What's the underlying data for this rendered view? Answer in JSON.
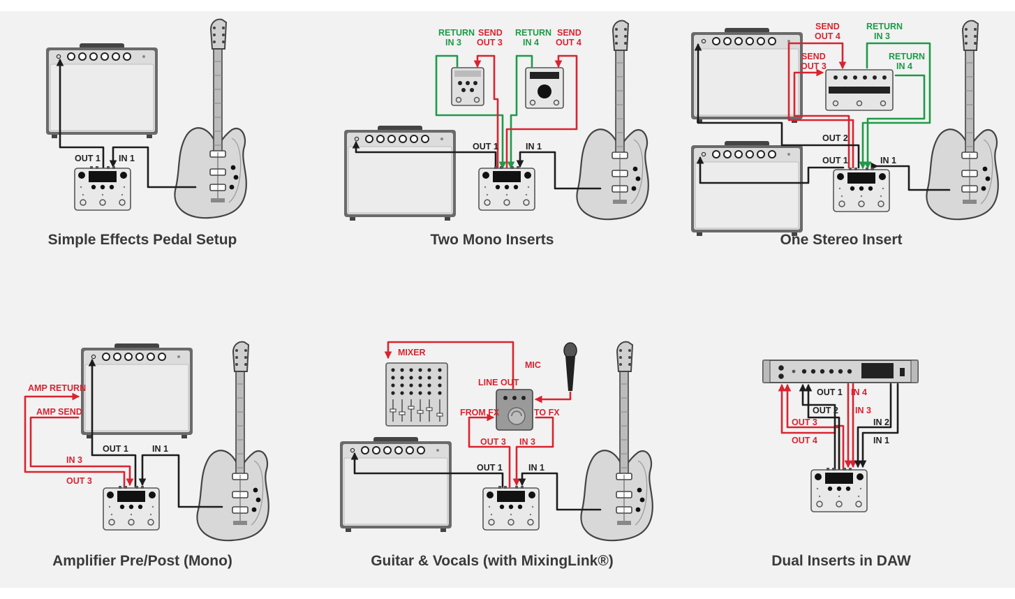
{
  "panels": {
    "simple": {
      "caption": "Simple Effects Pedal Setup",
      "labels": {
        "out1": "OUT 1",
        "in1": "IN 1"
      }
    },
    "mono": {
      "caption": "Two Mono Inserts",
      "labels": {
        "ret3a": "RETURN",
        "ret3b": "IN 3",
        "send3a": "SEND",
        "send3b": "OUT 3",
        "ret4a": "RETURN",
        "ret4b": "IN 4",
        "send4a": "SEND",
        "send4b": "OUT 4",
        "out1": "OUT 1",
        "in1": "IN 1"
      }
    },
    "stereo": {
      "caption": "One Stereo Insert",
      "labels": {
        "send4a": "SEND",
        "send4b": "OUT 4",
        "ret3a": "RETURN",
        "ret3b": "IN 3",
        "send3a": "SEND",
        "send3b": "OUT 3",
        "ret4a": "RETURN",
        "ret4b": "IN 4",
        "out2": "OUT 2",
        "out1": "OUT 1",
        "in1": "IN 1"
      }
    },
    "amp": {
      "caption": "Amplifier Pre/Post (Mono)",
      "labels": {
        "ampret": "AMP RETURN",
        "ampsend": "AMP SEND",
        "in3": "IN 3",
        "out3": "OUT 3",
        "out1": "OUT 1",
        "in1": "IN 1"
      }
    },
    "vocal": {
      "caption": "Guitar & Vocals (with MixingLink®)",
      "labels": {
        "mixer": "MIXER",
        "mic": "MIC",
        "lineout": "LINE OUT",
        "fromfx": "FROM FX",
        "tofx": "TO FX",
        "out3": "OUT 3",
        "in3": "IN 3",
        "out1": "OUT 1",
        "in1": "IN 1"
      }
    },
    "daw": {
      "caption": "Dual Inserts in DAW",
      "labels": {
        "out1": "OUT 1",
        "in4": "IN 4",
        "out2": "OUT 2",
        "in3": "IN 3",
        "out3": "OUT 3",
        "in2": "IN 2",
        "out4": "OUT 4",
        "in1": "IN 1"
      }
    }
  },
  "colors": {
    "panel": "#f2f2f2",
    "cable_black": "#1c1c1c",
    "cable_red": "#d9232f",
    "cable_green": "#1e9a48",
    "device_fill": "#e9e9e9",
    "device_stroke": "#555555"
  }
}
